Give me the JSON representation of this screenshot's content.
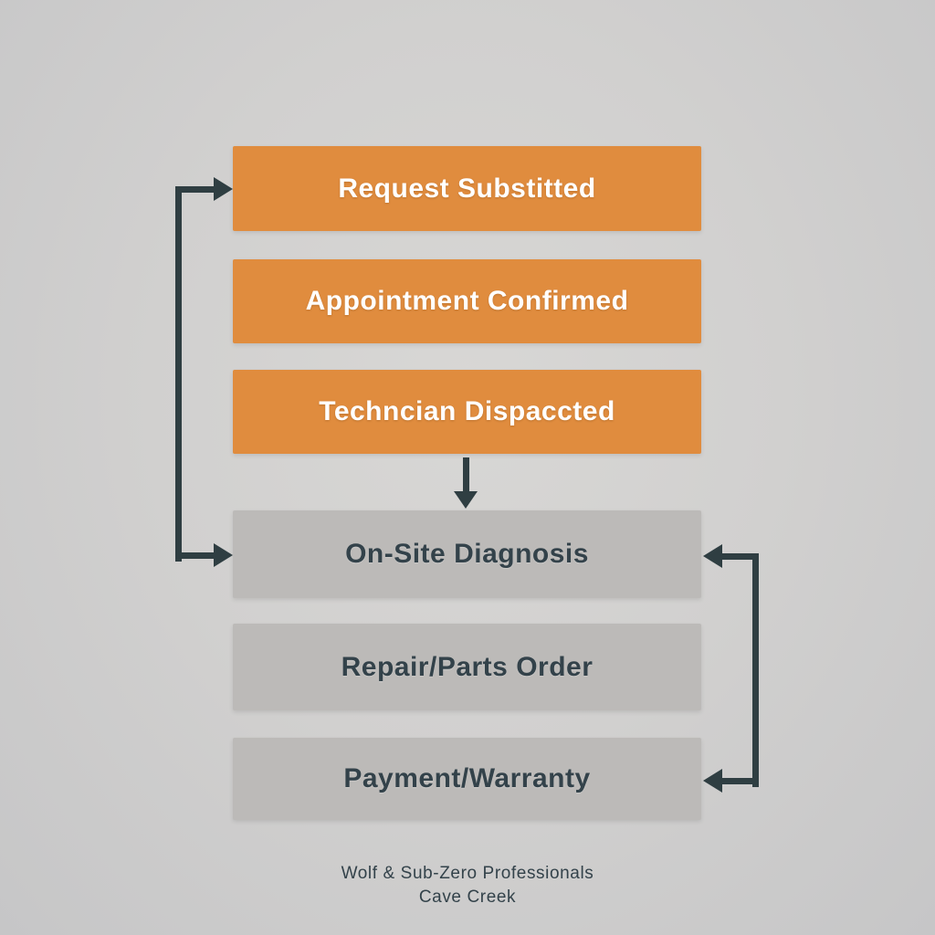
{
  "flow": {
    "steps": [
      {
        "label": "Request Substitted",
        "variant": "orange"
      },
      {
        "label": "Appointment Confirmed",
        "variant": "orange"
      },
      {
        "label": "Techncian Dispaccted",
        "variant": "orange"
      },
      {
        "label": "On-Site Diagnosis",
        "variant": "gray"
      },
      {
        "label": "Repair/Parts Order",
        "variant": "gray"
      },
      {
        "label": "Payment/Warranty",
        "variant": "gray"
      }
    ],
    "connections": [
      "Request Substitted -> Appointment Confirmed -> Techncian Dispaccted (sequence)",
      "Techncian Dispaccted -> On-Site Diagnosis (down arrow)",
      "Left bracket connector pointing into Request Substitted and On-Site Diagnosis",
      "Right bracket connector pointing into On-Site Diagnosis and Payment/Warranty"
    ]
  },
  "footer": {
    "line1": "Wolf & Sub-Zero Professionals",
    "line2": "Cave Creek"
  },
  "colors": {
    "accent_orange": "#E08C3E",
    "box_gray": "#BCBAB8",
    "arrow_dark": "#2F3E42",
    "text_on_orange": "#FFFFFF",
    "text_on_gray": "#33424A",
    "background": "#CFCFCF"
  }
}
